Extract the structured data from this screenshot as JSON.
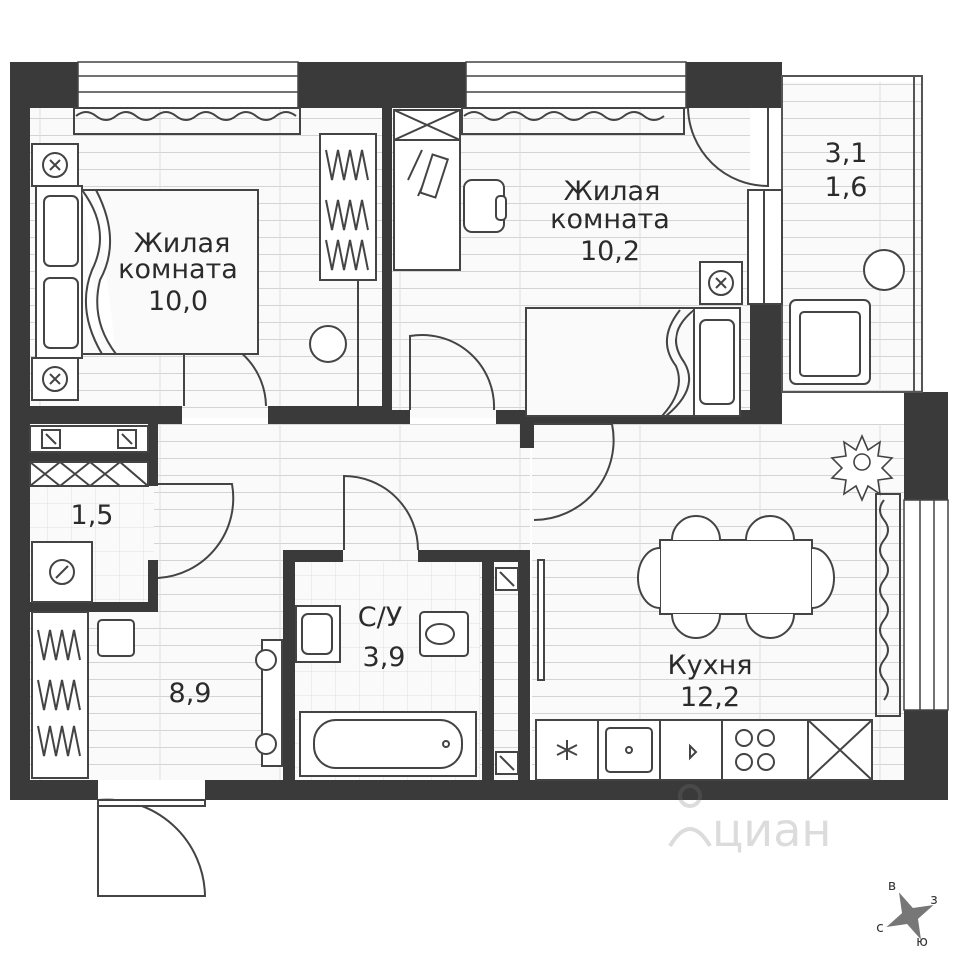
{
  "rooms": {
    "bedroom_left": {
      "name_line1": "Жилая",
      "name_line2": "комната",
      "area": "10,0"
    },
    "bedroom_right": {
      "name_line1": "Жилая",
      "name_line2": "комната",
      "area": "10,2"
    },
    "balcony": {
      "area_line1": "3,1",
      "area_line2": "1,6"
    },
    "storage": {
      "area": "1,5"
    },
    "hall": {
      "area": "8,9"
    },
    "bathroom": {
      "name": "С/У",
      "area": "3,9"
    },
    "kitchen": {
      "name": "Кухня",
      "area": "12,2"
    }
  },
  "watermark": {
    "text": "циан"
  },
  "compass": {
    "n": "с",
    "s": "ю",
    "e": "в",
    "w": "з"
  },
  "colors": {
    "wall": "#3a3a3b",
    "line": "#5a5a5a",
    "floor": "#f2f2f2",
    "tile": "#f5f5f5"
  }
}
